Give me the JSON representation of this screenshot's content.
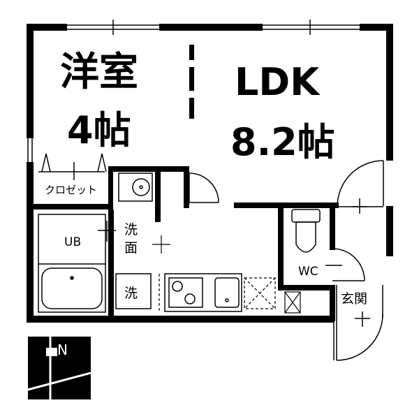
{
  "rooms": {
    "western_room_name": "洋室",
    "western_room_size": "4帖",
    "ldk_name": "LDK",
    "ldk_size": "8.2帖",
    "closet": "クロゼット",
    "bath": "UB",
    "washroom_line1": "洗",
    "washroom_line2": "面",
    "washer": "洗",
    "toilet": "WC",
    "entrance": "玄関"
  },
  "compass": {
    "north_label": "N"
  }
}
